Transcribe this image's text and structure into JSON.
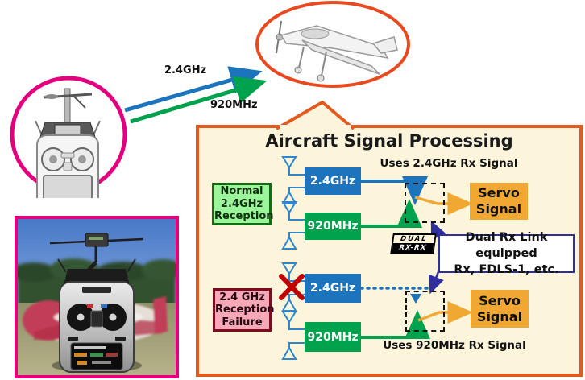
{
  "radio_link": {
    "label_2_4ghz": "2.4GHz",
    "label_920mhz": "920MHz"
  },
  "panel": {
    "title": "Aircraft Signal Processing",
    "normal_case": {
      "line1": "Normal",
      "line2": "2.4GHz",
      "line3": "Reception"
    },
    "failure_case": {
      "line1": "2.4 GHz",
      "line2": "Reception",
      "line3": "Failure"
    },
    "receiver_2_4ghz_label": "2.4GHz",
    "receiver_920mhz_label": "920MHz",
    "servo_label": {
      "line1": "Servo",
      "line2": "Signal"
    },
    "uses_2_4ghz": "Uses 2.4GHz Rx Signal",
    "uses_920mhz": "Uses 920MHz Rx Signal",
    "dual_rx_note": {
      "line1": "Dual Rx Link equipped",
      "line2": "Rx, FDLS-1, etc."
    },
    "dual_rx_logo": {
      "top": "DUAL",
      "bottom": "RX-RX"
    }
  },
  "colors": {
    "panel_bg": "#FCF5DC",
    "panel_border": "#E25A1E",
    "rx_blue": "#1B74BC",
    "rx_green": "#00A24D",
    "servo_orange": "#F0A832",
    "normal_bg": "#9BF59B",
    "normal_border": "#156B15",
    "failure_bg": "#F7A8B8",
    "failure_border": "#7D0C1E",
    "note_border": "#2E2E9E",
    "magenta": "#E3007F",
    "ellipse_orange": "#E8491F",
    "x_red": "#C00000",
    "antenna_blue": "#2E86C8"
  }
}
